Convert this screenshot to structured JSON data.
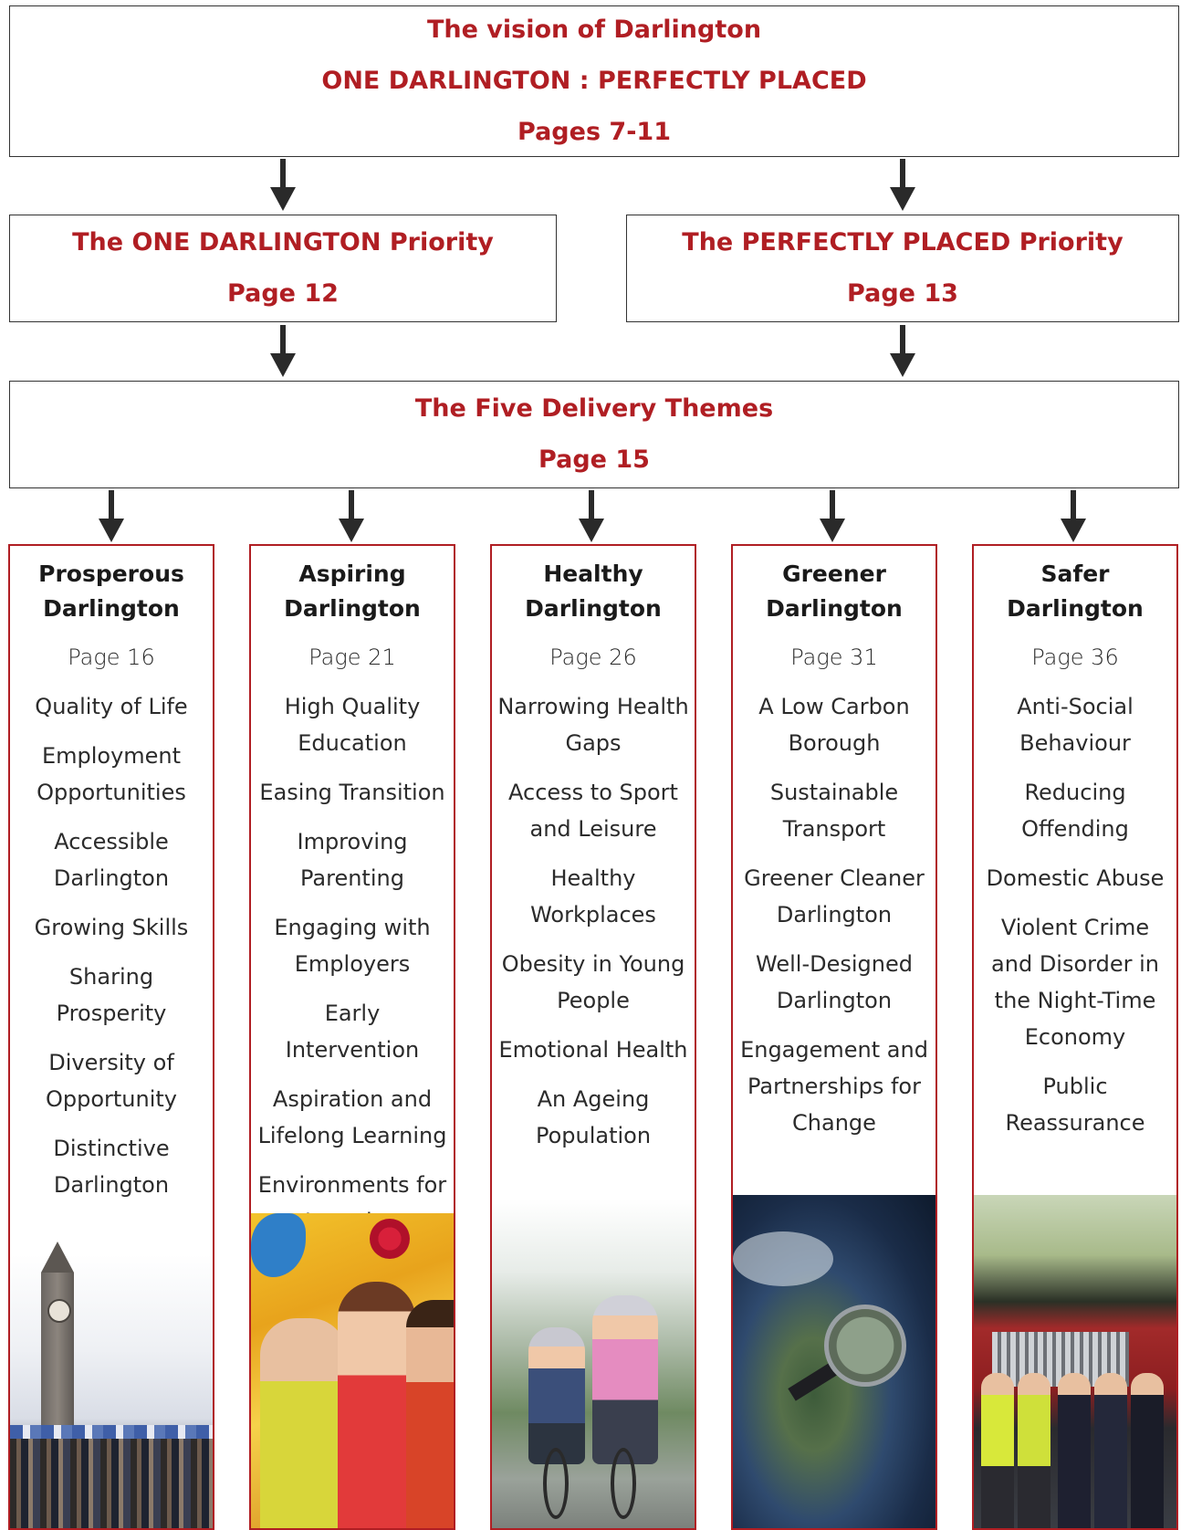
{
  "vision": {
    "line1": "The vision of Darlington",
    "line2": "ONE DARLINGTON : PERFECTLY PLACED",
    "line3": "Pages 7-11"
  },
  "priorities": [
    {
      "title": "The ONE DARLINGTON Priority",
      "page": "Page 12"
    },
    {
      "title": "The PERFECTLY PLACED Priority",
      "page": "Page 13"
    }
  ],
  "delivery": {
    "title": "The Five Delivery Themes",
    "page": "Page 15"
  },
  "themes": [
    {
      "title_1": "Prosperous",
      "title_2": "Darlington",
      "page": "Page 16",
      "items": [
        "Quality of Life",
        "Employment Opportunities",
        "Accessible Darlington",
        "Growing Skills",
        "Sharing Prosperity",
        "Diversity of Opportunity",
        "Distinctive Darlington"
      ]
    },
    {
      "title_1": "Aspiring",
      "title_2": "Darlington",
      "page": "Page 21",
      "items": [
        "High Quality Education",
        "Easing Transition",
        "Improving Parenting",
        "Engaging with Employers",
        "Early Intervention",
        "Aspiration and Lifelong Learning",
        "Environments for Learning"
      ]
    },
    {
      "title_1": "Healthy",
      "title_2": "Darlington",
      "page": "Page 26",
      "items": [
        "Narrowing Health Gaps",
        "Access to Sport and Leisure",
        "Healthy Workplaces",
        "Obesity in Young People",
        "Emotional Health",
        "An Ageing Population"
      ]
    },
    {
      "title_1": "Greener",
      "title_2": "Darlington",
      "page": "Page 31",
      "items": [
        "A Low Carbon Borough",
        "Sustainable Transport",
        "Greener Cleaner Darlington",
        "Well-Designed Darlington",
        "Engagement and Partnerships for Change"
      ]
    },
    {
      "title_1": "Safer",
      "title_2": "Darlington",
      "page": "Page 36",
      "items": [
        "Anti-Social Behaviour",
        "Reducing Offending",
        "Domestic Abuse",
        "Violent Crime and Disorder in the Night-Time Economy",
        "Public Reassurance"
      ]
    }
  ],
  "colors": {
    "accent": "#b01e23",
    "border": "#333333",
    "arrow": "#2a2a2a"
  }
}
